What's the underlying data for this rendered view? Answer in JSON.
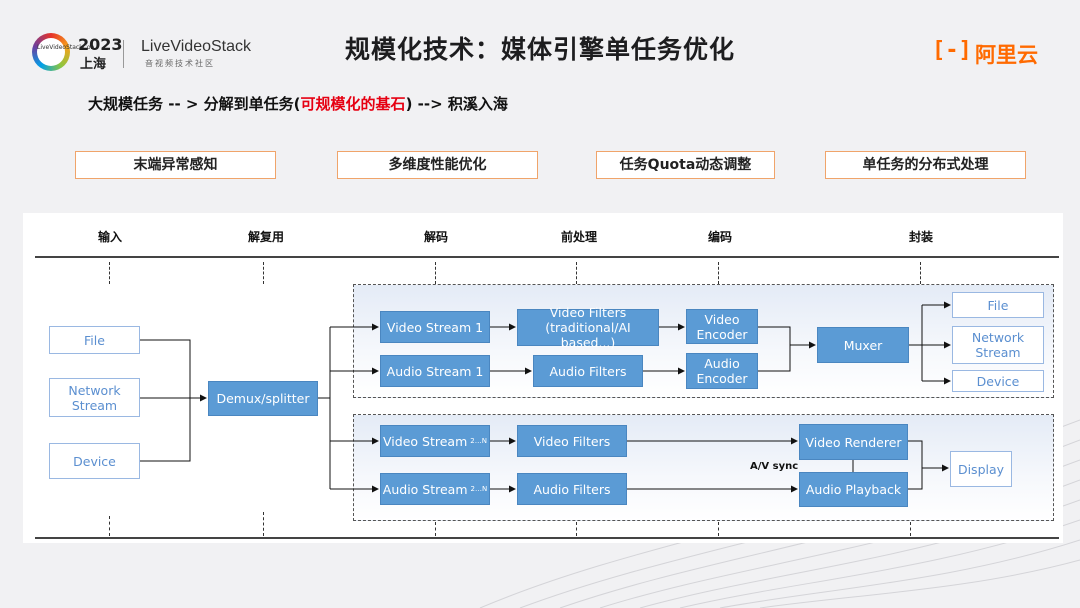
{
  "header": {
    "title": "规模化技术：媒体引擎单任务优化",
    "event_year": "2023",
    "event_city": "上海",
    "event_logo_text": "LiveVideoStackCon",
    "brand_name": "LiveVideoStack",
    "brand_sub": "音视频技术社区",
    "company_logo_symbol": "[-]",
    "company_name": "阿里云"
  },
  "subtitle": {
    "before": "大规模任务 -- > 分解到单任务(",
    "highlight": "可规模化的基石",
    "after": ") --> 积溪入海"
  },
  "topics": [
    "末端异常感知",
    "多维度性能优化",
    "任务Quota动态调整",
    "单任务的分布式处理"
  ],
  "stages": [
    "输入",
    "解复用",
    "解码",
    "前处理",
    "编码",
    "封装"
  ],
  "diagram": {
    "inputs": [
      "File",
      "Network Stream",
      "Device"
    ],
    "demux": "Demux/splitter",
    "top_group": {
      "video_stream": "Video Stream 1",
      "audio_stream": "Audio Stream 1",
      "video_filters": "Video Filters (traditional/AI based...)",
      "audio_filters": "Audio Filters",
      "video_encoder": "Video Encoder",
      "audio_encoder": "Audio Encoder",
      "muxer": "Muxer",
      "outputs": [
        "File",
        "Network Stream",
        "Device"
      ]
    },
    "bottom_group": {
      "video_stream": "Video Stream",
      "video_stream_sub": "2…N",
      "audio_stream": "Audio Stream",
      "audio_stream_sub": "2…N",
      "video_filters": "Video Filters",
      "audio_filters": "Audio Filters",
      "video_renderer": "Video Renderer",
      "audio_playback": "Audio Playback",
      "av_sync": "A/V sync",
      "display": "Display"
    }
  },
  "colors": {
    "node_blue": "#5b9bd5",
    "outline_blue": "#9ab8e2",
    "accent_orange": "#ff6a00",
    "highlight_red": "#e60012"
  }
}
